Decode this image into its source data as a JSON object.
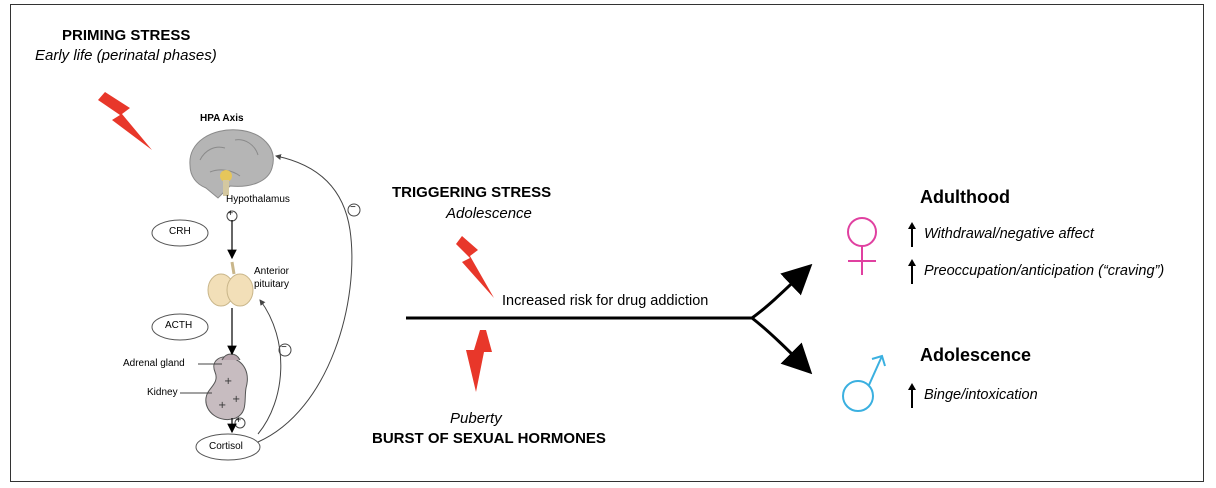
{
  "priming": {
    "title": "PRIMING STRESS",
    "subtitle": "Early life (perinatal phases)"
  },
  "hpa": {
    "title": "HPA Axis",
    "hypothalamus": "Hypothalamus",
    "crh": "CRH",
    "anterior_pituitary_line1": "Anterior",
    "anterior_pituitary_line2": "pituitary",
    "acth": "ACTH",
    "adrenal_gland": "Adrenal gland",
    "kidney": "Kidney",
    "cortisol": "Cortisol",
    "plus_sign": "+",
    "minus_sign": "−"
  },
  "triggering": {
    "title": "TRIGGERING STRESS",
    "subtitle": "Adolescence"
  },
  "risk_label": "Increased risk for drug addiction",
  "puberty": {
    "subtitle": "Puberty",
    "title": "BURST OF SEXUAL HORMONES"
  },
  "outcomes": {
    "female": {
      "heading": "Adulthood",
      "items": [
        "Withdrawal/negative affect",
        "Preoccupation/anticipation (“craving”)"
      ]
    },
    "male": {
      "heading": "Adolescence",
      "items": [
        "Binge/intoxication"
      ]
    }
  },
  "colors": {
    "lightning": "#e8372a",
    "female_symbol": "#e040a0",
    "male_symbol": "#3bb0e0"
  }
}
